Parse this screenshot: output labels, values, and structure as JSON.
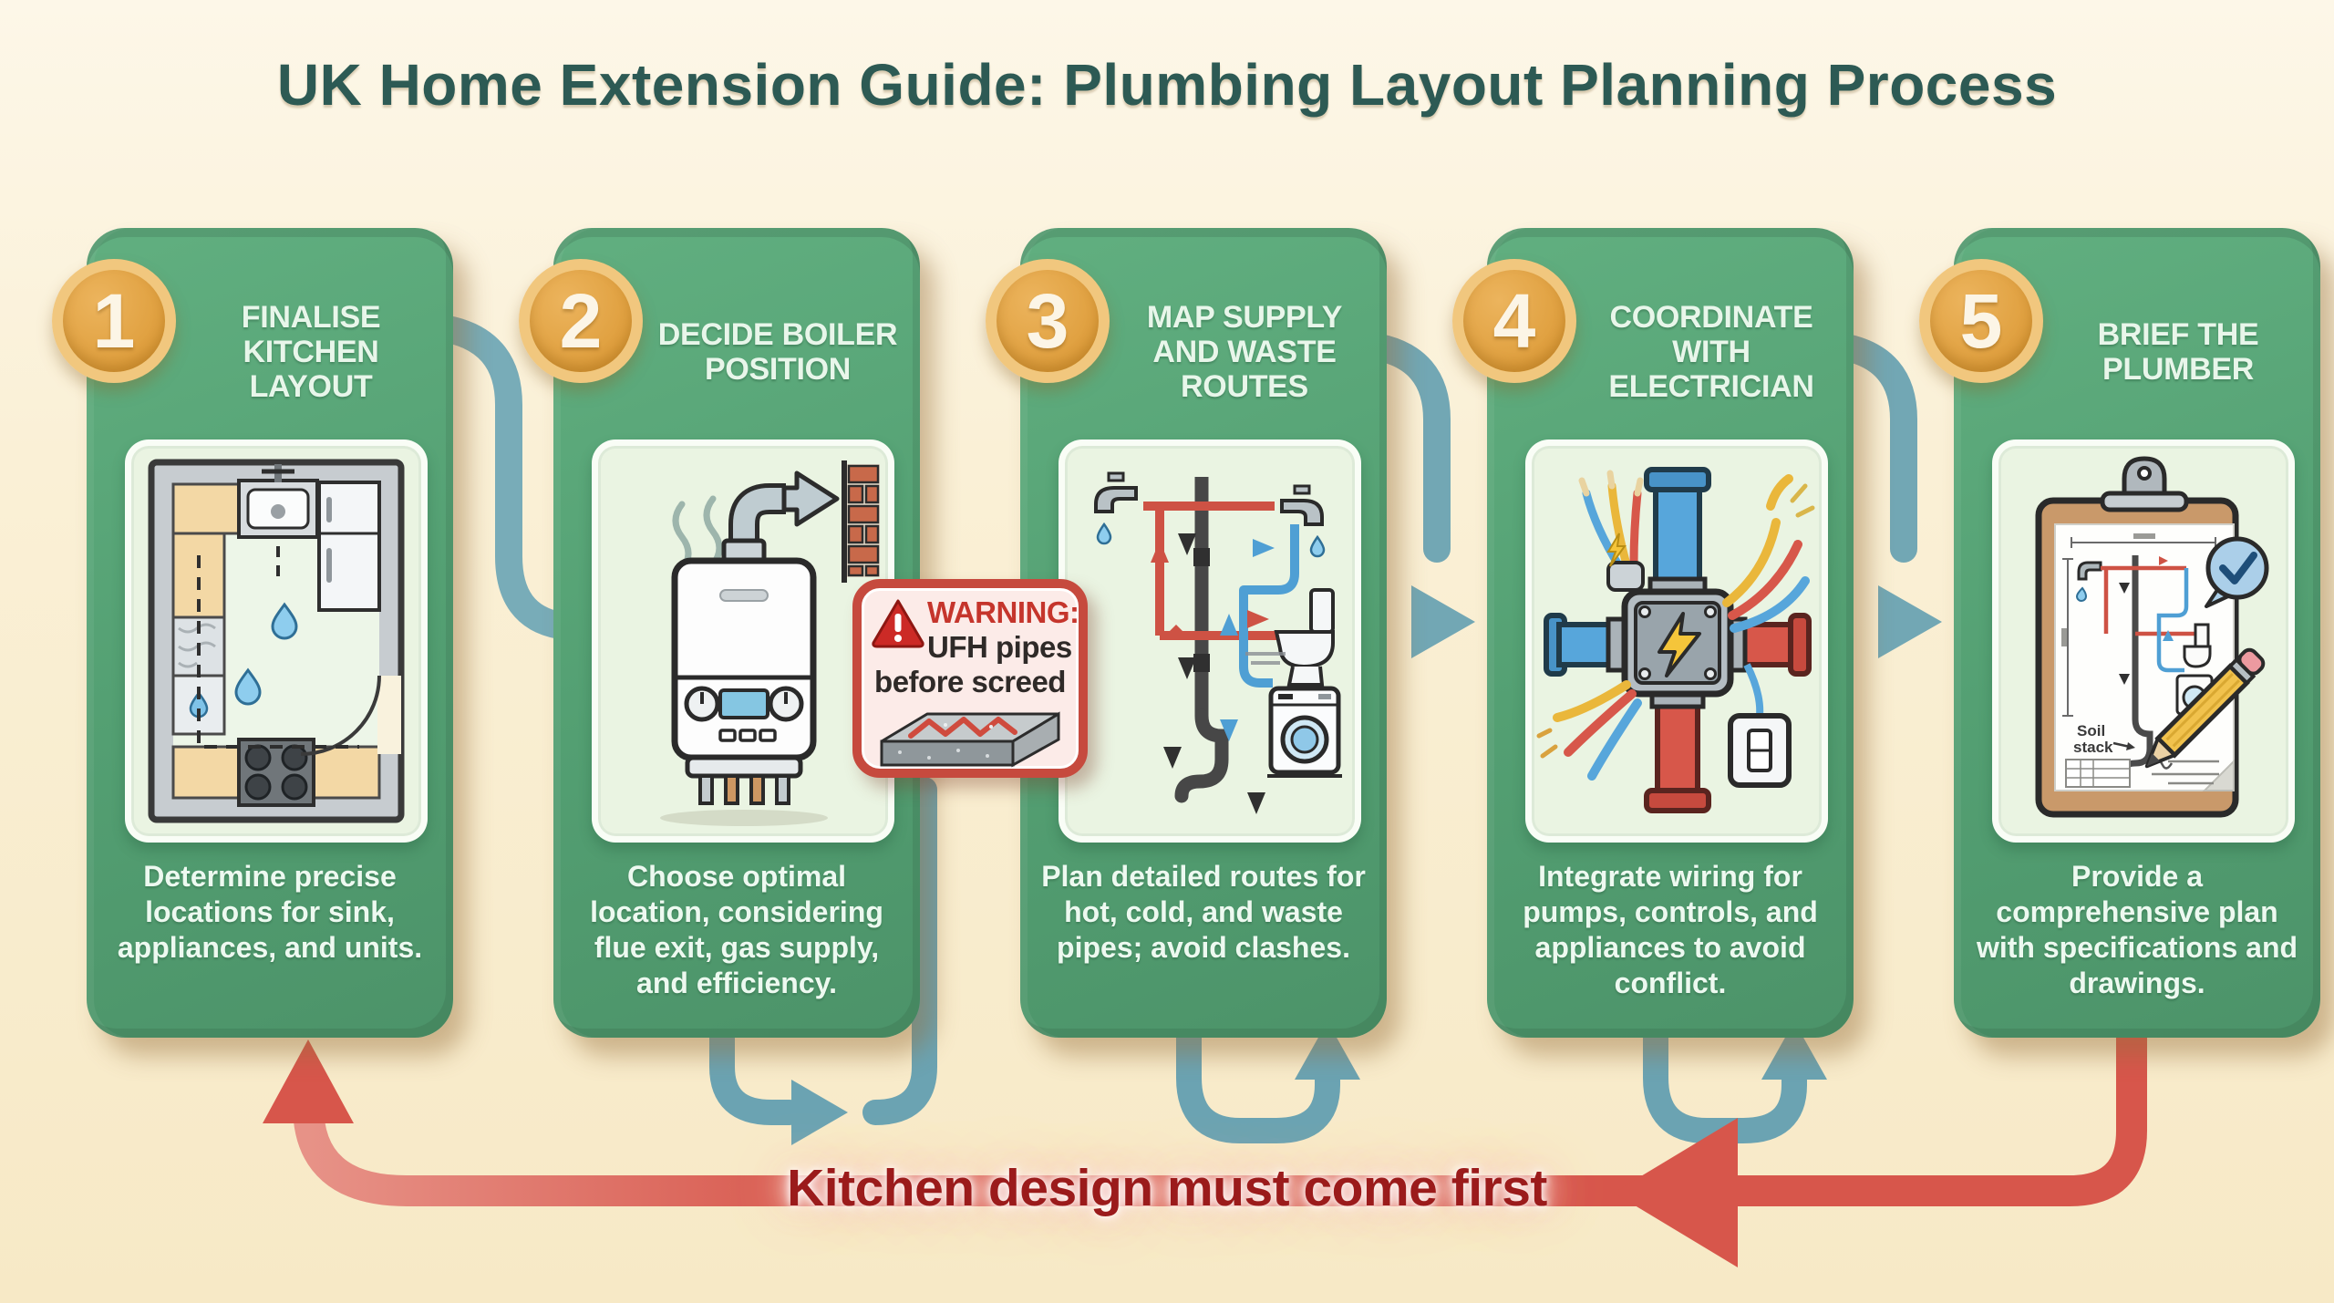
{
  "title": "UK Home Extension Guide: Plumbing Layout Planning Process",
  "steps": [
    {
      "number": "1",
      "title": "FINALISE KITCHEN LAYOUT",
      "description": "Determine precise locations for sink, appliances, and units.",
      "illustration": "kitchen-floorplan"
    },
    {
      "number": "2",
      "title": "DECIDE BOILER POSITION",
      "description": "Choose optimal location, considering flue exit, gas supply, and efficiency.",
      "illustration": "boiler-flue-brick-wall"
    },
    {
      "number": "3",
      "title": "MAP SUPPLY AND WASTE ROUTES",
      "description": "Plan detailed routes for hot, cold, and waste pipes; avoid clashes.",
      "illustration": "supply-and-waste-pipework"
    },
    {
      "number": "4",
      "title": "COORDINATE WITH ELECTRICIAN",
      "description": "Integrate wiring for pumps, controls, and appliances to avoid conflict.",
      "illustration": "junction-box-wiring-and-pipes"
    },
    {
      "number": "5",
      "title": "BRIEF THE PLUMBER",
      "description": "Provide a comprehensive plan with specifications and drawings.",
      "illustration": "clipboard-plan-pencil-check"
    }
  ],
  "warning": {
    "heading": "WARNING:",
    "line1": "UFH pipes",
    "line2": "before screed",
    "icon": "warning-triangle-icon"
  },
  "footer": {
    "callout": "Kitchen design must come first"
  },
  "clipboard": {
    "soil_line1": "Soil",
    "soil_line2": "stack"
  },
  "icons": {
    "warning-triangle-icon": "⚠",
    "check-icon": "✓",
    "pencil-icon": "✎",
    "lightning-icon": "⚡",
    "arrow-right-icon": "→",
    "arrow-up-icon": "↑",
    "arrow-down-icon": "↓",
    "arrow-left-icon": "←"
  },
  "colors": {
    "background_cream": "#faf0d6",
    "title_teal": "#2d5a54",
    "card_green": "#539f72",
    "panel_mint": "#eaf4e2",
    "badge_orange": "#d9952f",
    "badge_ring": "#f1c77e",
    "connector_teal": "#72a7b4",
    "loop_red": "#d7564b",
    "warning_red": "#c64a3e",
    "callout_dark_red": "#9b1b1b",
    "hot_pipe_red": "#ce5244",
    "cold_pipe_blue": "#4f9fd4",
    "waste_pipe_dark": "#474747"
  }
}
